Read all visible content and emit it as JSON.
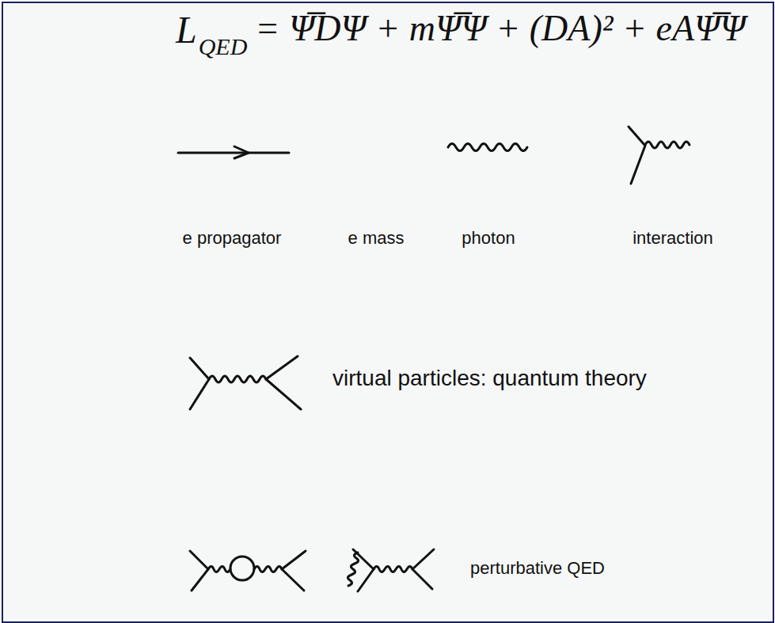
{
  "diagram": {
    "title": "L",
    "labels": [
      "QED",
      "= Ψ̅DΨ + mΨ̅Ψ + (DA)² + eAΨ̅Ψ",
      "e propagator",
      "e mass",
      "photon",
      "interaction",
      "virtual particles: quantum theory",
      "perturbative QED"
    ]
  }
}
